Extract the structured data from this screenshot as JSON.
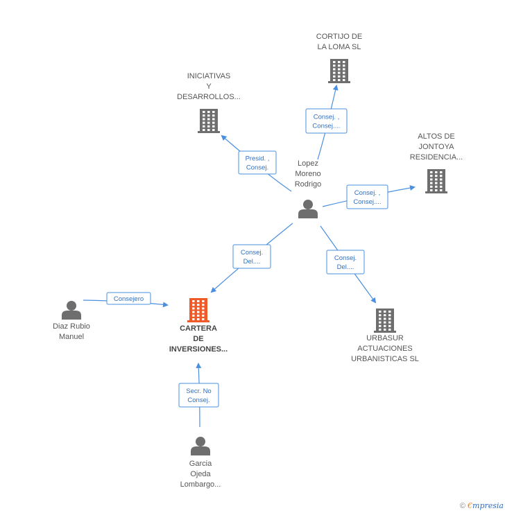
{
  "colors": {
    "edge": "#4a8fe0",
    "edge_text": "#2f6fc0",
    "building": "#6e6e6e",
    "building_main": "#f05a28",
    "person": "#6e6e6e"
  },
  "nodes": [
    {
      "id": "cortijo",
      "kind": "building",
      "lines": [
        "CORTIJO DE",
        "LA LOMA SL"
      ]
    },
    {
      "id": "iniciativas",
      "kind": "building",
      "lines": [
        "INICIATIVAS",
        "Y",
        "DESARROLLOS..."
      ]
    },
    {
      "id": "altos",
      "kind": "building",
      "lines": [
        "ALTOS DE",
        "JONTOYA",
        "RESIDENCIA..."
      ]
    },
    {
      "id": "lopez",
      "kind": "person",
      "lines": [
        "Lopez",
        "Moreno",
        "Rodrigo"
      ]
    },
    {
      "id": "cartera",
      "kind": "building-main",
      "lines": [
        "CARTERA",
        "DE",
        "INVERSIONES..."
      ]
    },
    {
      "id": "urbasur",
      "kind": "building",
      "lines": [
        "URBASUR",
        "ACTUACIONES",
        "URBANISTICAS SL"
      ]
    },
    {
      "id": "diaz",
      "kind": "person",
      "lines": [
        "Diaz Rubio",
        "Manuel"
      ]
    },
    {
      "id": "garcia",
      "kind": "person",
      "lines": [
        "Garcia",
        "Ojeda",
        "Lombargo..."
      ]
    }
  ],
  "edges": [
    {
      "id": "lopez-cortijo",
      "lines": [
        "Consej. ,",
        "Consej...."
      ]
    },
    {
      "id": "lopez-iniciativas",
      "lines": [
        "Presid. ,",
        "Consej."
      ]
    },
    {
      "id": "lopez-altos",
      "lines": [
        "Consej. ,",
        "Consej...."
      ]
    },
    {
      "id": "lopez-cartera",
      "lines": [
        "Consej.",
        "Del...."
      ]
    },
    {
      "id": "lopez-urbasur",
      "lines": [
        "Consej.",
        "Del...."
      ]
    },
    {
      "id": "diaz-cartera",
      "lines": [
        "Consejero"
      ]
    },
    {
      "id": "garcia-cartera",
      "lines": [
        "Secr.  No",
        "Consej."
      ]
    }
  ],
  "footer": {
    "copyright": "©",
    "brand_first": "€",
    "brand_rest": "mpresia"
  }
}
